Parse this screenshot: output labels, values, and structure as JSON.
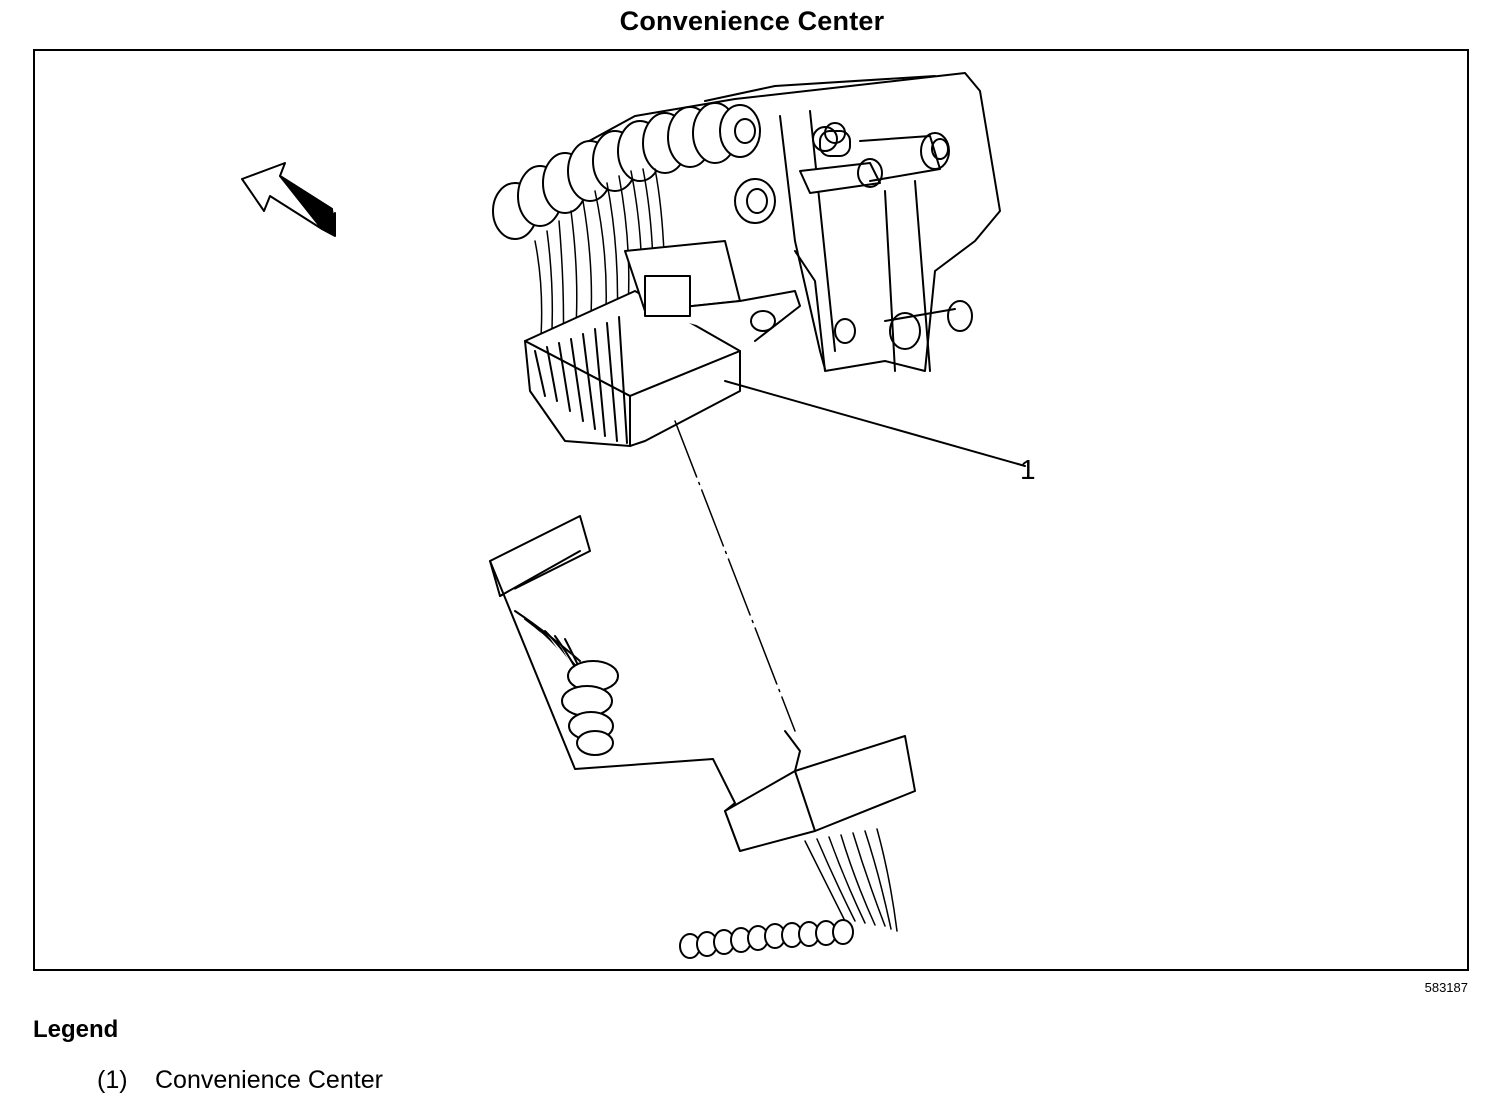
{
  "title": "Convenience Center",
  "figure_id": "583187",
  "callouts": [
    {
      "label": "1"
    }
  ],
  "legend": {
    "heading": "Legend",
    "items": [
      {
        "number": "(1)",
        "text": "Convenience Center"
      }
    ]
  }
}
